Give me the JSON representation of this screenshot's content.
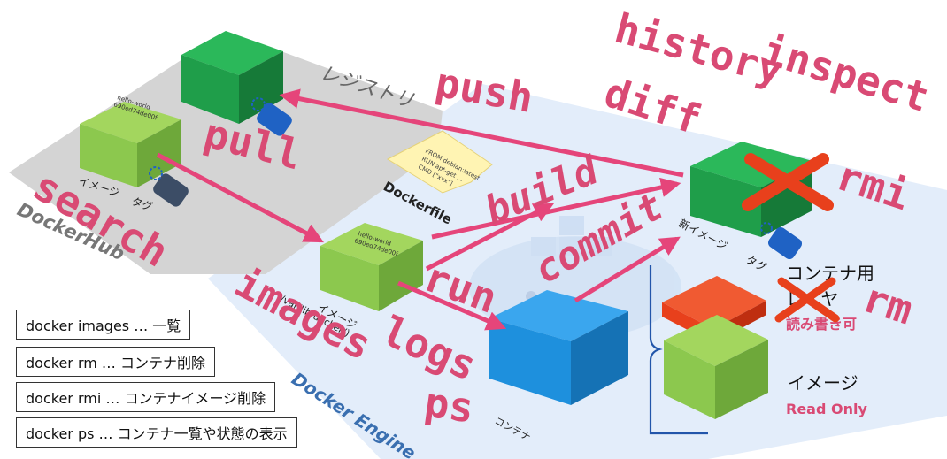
{
  "areas": {
    "registry": "レジストリ",
    "dockerhub": "DockerHub",
    "engine": "Docker Engine"
  },
  "commands": {
    "history": "history",
    "inspect": "inspect",
    "push": "push",
    "diff": "diff",
    "pull": "pull",
    "rmi": "rmi",
    "search": "search",
    "build": "build",
    "commit": "commit",
    "run": "run",
    "images": "images",
    "rm": "rm",
    "logs": "logs",
    "ps": "ps"
  },
  "labels": {
    "hub_image": "イメージ",
    "hub_tag": "タグ",
    "cube_text_1": "hello-world",
    "cube_text_2": "690ed74de00f",
    "local_image": "イメージ",
    "local_path": "(/var/lib/docker/)",
    "dockerfile": "Dockerfile",
    "dockerfile_note": [
      "FROM debian:latest",
      "RUN apt-get ...",
      "CMD [\"xxx\"]"
    ],
    "container": "コンテナ",
    "new_image": "新イメージ",
    "new_tag": "タグ",
    "container_layer": "コンテナ用",
    "layer": "レイヤ",
    "read_write": "読み書き可",
    "image_layer": "イメージ",
    "read_only": "Read Only"
  },
  "legend": [
    "docker images … 一覧",
    "docker rm … コンテナ削除",
    "docker rmi … コンテナイメージ削除",
    "docker ps … コンテナ一覧や状態の表示"
  ],
  "colors": {
    "command": "#d94a74",
    "arrow": "#e5457a",
    "hub_bg": "#d4d4d4",
    "engine_bg": "#e3edfa",
    "dark_green": "#1f9e4a",
    "light_green": "#8cc84e",
    "container_blue": "#1e90dd",
    "writable_red": "#e8401c",
    "cross_red": "#e8401c",
    "bracket_blue": "#2255aa"
  }
}
